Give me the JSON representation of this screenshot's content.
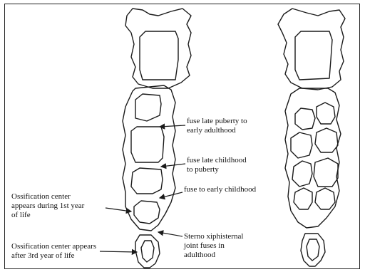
{
  "labels": {
    "fuse_puberty": "fuse late puberty to\nearly adulthood",
    "fuse_childhood": "fuse late childhood\nto puberty",
    "fuse_early": "fuse to early childhood",
    "ossification_first_year": "Ossification center\nappears during 1st year\nof life",
    "ossification_third_year": "Ossification center appears\nafter 3rd year of life",
    "xiphisternal": "Sterno xiphisternal\njoint fuses in\nadulthood"
  },
  "colors": {
    "stroke": "#1a1a1a",
    "background": "#ffffff"
  }
}
